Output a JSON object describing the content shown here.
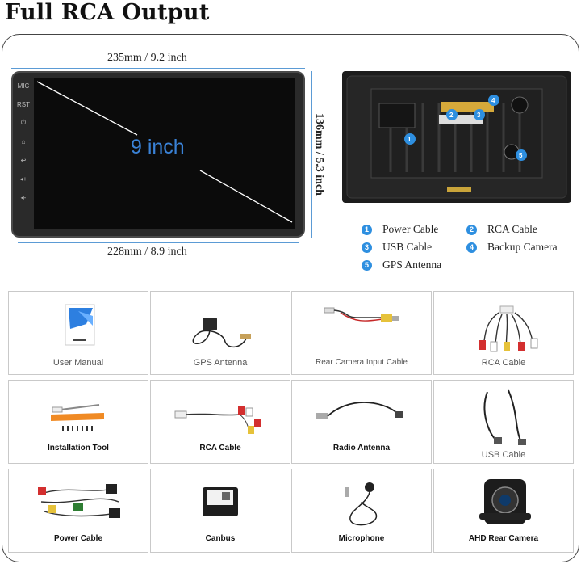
{
  "title": "Full RCA Output",
  "dimensions": {
    "width_top": "235mm / 9.2 inch",
    "width_bottom": "228mm / 8.9 inch",
    "height": "136mm / 5.3 inch",
    "screen_size": "9 inch"
  },
  "unit_buttons": [
    "MIC",
    "RST",
    "⏻",
    "⌂",
    "↩",
    "◂+",
    "◂-"
  ],
  "legend": [
    {
      "num": "1",
      "label": "Power Cable"
    },
    {
      "num": "2",
      "label": "RCA Cable"
    },
    {
      "num": "3",
      "label": "USB Cable"
    },
    {
      "num": "4",
      "label": "Backup Camera"
    },
    {
      "num": "5",
      "label": "GPS Antenna"
    }
  ],
  "accessories": [
    {
      "label": "User Manual"
    },
    {
      "label": "GPS Antenna"
    },
    {
      "label": "Rear Camera Input Cable"
    },
    {
      "label": "RCA Cable"
    },
    {
      "label": "Installation Tool"
    },
    {
      "label": "RCA Cable"
    },
    {
      "label": "Radio Antenna"
    },
    {
      "label": "USB Cable"
    },
    {
      "label": "Power Cable"
    },
    {
      "label": "Canbus"
    },
    {
      "label": "Microphone"
    },
    {
      "label": "AHD Rear Camera"
    }
  ],
  "colors": {
    "accent_blue": "#2e8fe0",
    "dimension_line": "#5b9bd5",
    "screen_label": "#3a82d6"
  }
}
